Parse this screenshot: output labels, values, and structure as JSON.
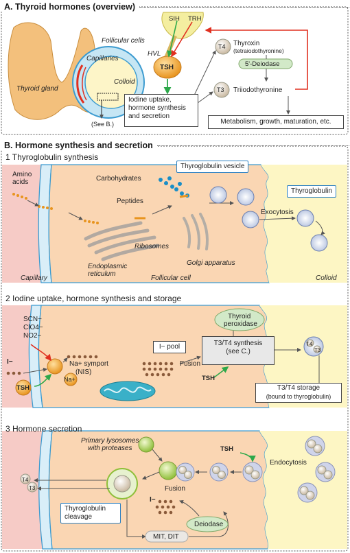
{
  "panelA": {
    "header": "A. Thyroid hormones (overview)",
    "sih": "SIH",
    "trh": "TRH",
    "hvl": "HVL",
    "tsh": "TSH",
    "follicular_cells": "Follicular cells",
    "capillaries": "Capillaries",
    "colloid": "Colloid",
    "thyroid_gland": "Thyroid gland",
    "see_b": "(See B.)",
    "iodine_box": [
      "Iodine uptake,",
      "hormone synthesis",
      "and secretion"
    ],
    "t4": "T4",
    "thyroxin": "Thyroxin",
    "thyroxin_sub": "(tetraiodothyronine)",
    "deiodase": "5'-Deiodase",
    "t3": "T3",
    "triiodothyronine": "Triiodothyronine",
    "metabolism_box": "Metabolism, growth, maturation, etc."
  },
  "panelB": {
    "header": "B. Hormone synthesis and secretion",
    "s1": {
      "title": "1  Thyroglobulin synthesis",
      "amino_acids": [
        "Amino",
        "acids"
      ],
      "carbohydrates": "Carbohydrates",
      "peptides": "Peptides",
      "ribosomes": "Ribosomes",
      "er": [
        "Endoplasmic",
        "reticulum"
      ],
      "golgi": "Golgi apparatus",
      "vesicle_callout": "Thyroglobulin vesicle",
      "exocytosis": "Exocytosis",
      "thyroglobulin_callout": "Thyroglobulin",
      "capillary": "Capillary",
      "follicular_cell": "Follicular cell",
      "colloid": "Colloid"
    },
    "s2": {
      "title": "2  Iodine uptake, hormone synthesis and storage",
      "scn": "SCN−",
      "clo4": "ClO4−",
      "no2": "NO2−",
      "iodide": "I−",
      "tsh": "TSH",
      "symport": [
        "Na+ symport",
        "(NIS)"
      ],
      "na": "Na+",
      "pool": "I− pool",
      "peroxidase": [
        "Thyroid",
        "peroxidase"
      ],
      "fusion": "Fusion",
      "synthesis": [
        "T3/T4 synthesis",
        "(see C.)"
      ],
      "tsh2": "TSH",
      "t4": "T4",
      "t3": "T3",
      "storage": [
        "T3/T4 storage",
        "(bound to thyroglobulin)"
      ]
    },
    "s3": {
      "title": "3  Hormone secretion",
      "lysosomes": [
        "Primary lysosomes",
        "with proteases"
      ],
      "tsh": "TSH",
      "endocytosis": "Endocytosis",
      "t4": "T4",
      "t3": "T3",
      "fusion": "Fusion",
      "cleavage": [
        "Thyroglobulin",
        "cleavage"
      ],
      "iodide": "I−",
      "deiodase": "Deiodase",
      "mit_dit": "MIT, DIT"
    }
  }
}
